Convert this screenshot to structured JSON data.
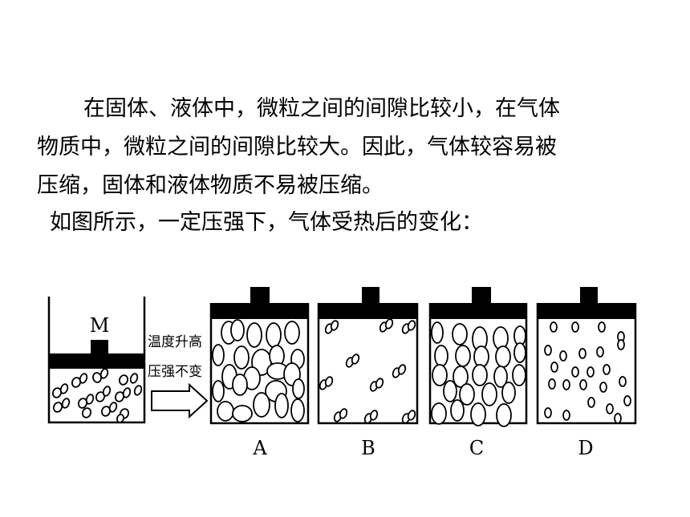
{
  "paragraph": {
    "line1": "在固体、液体中，微粒之间的间隙比较小，在气体",
    "line2": "物质中，微粒之间的间隙比较大。因此，气体较容易被",
    "line3": "压缩，固体和液体物质不易被压缩。"
  },
  "caption": "如图所示，一定压强下，气体受热后的变化：",
  "figure": {
    "piston_label": "M",
    "arrow_line1": "温度升高",
    "arrow_line2": "压强不变",
    "options": [
      "A",
      "B",
      "C",
      "D"
    ]
  }
}
